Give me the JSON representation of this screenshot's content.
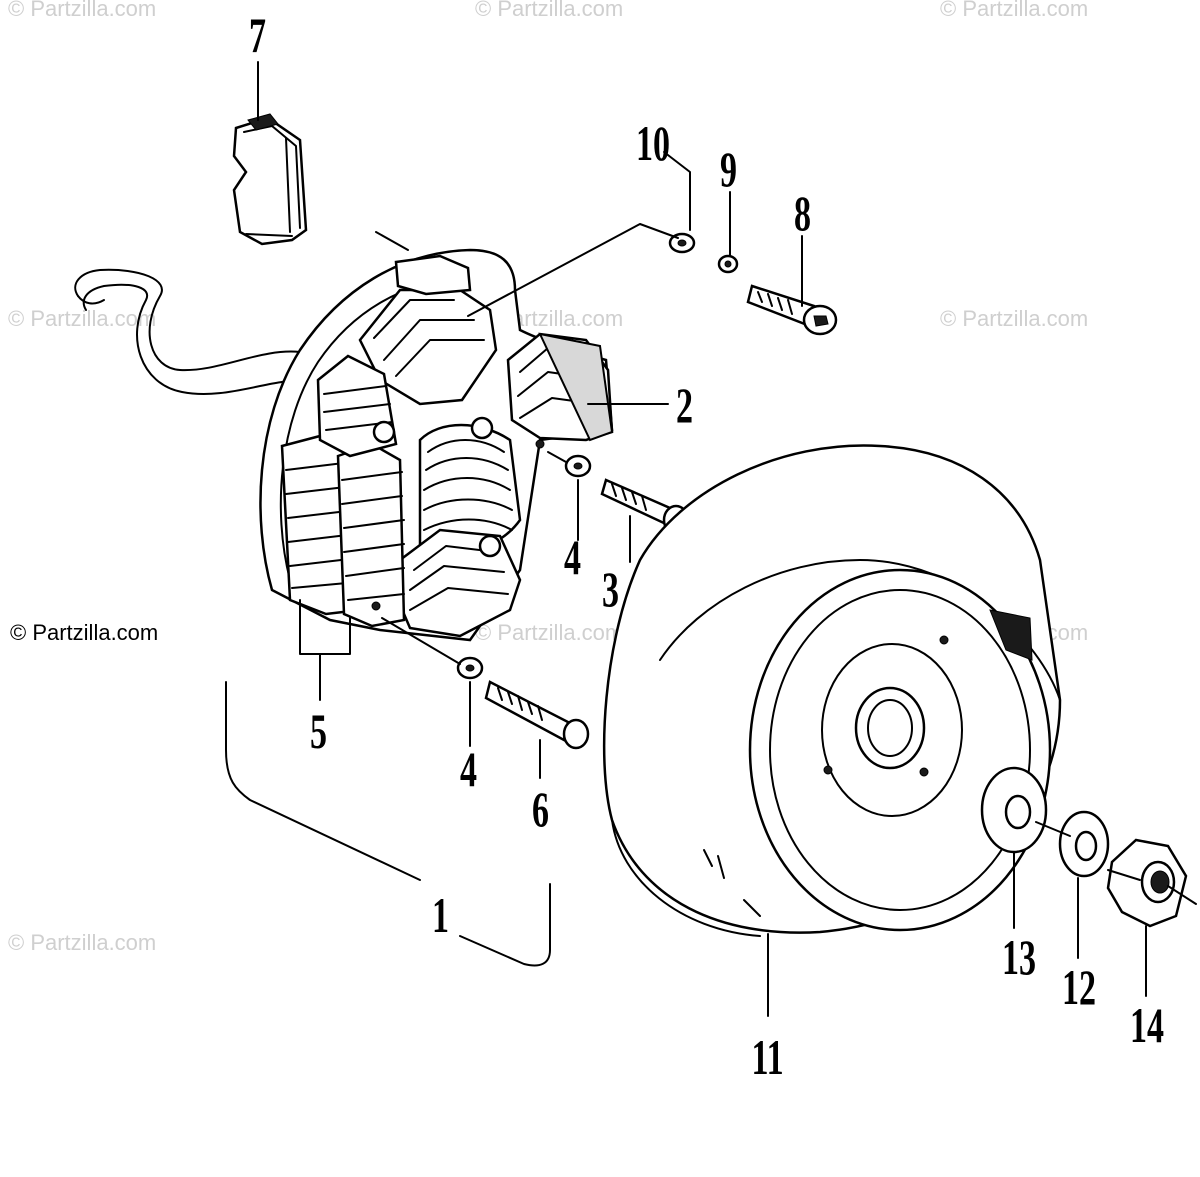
{
  "copyright": "© Partzilla.com",
  "watermarks": [
    "© Partzilla.com",
    "© Partzilla.com",
    "© Partzilla.com",
    "© Partzilla.com",
    "© Partzilla.com",
    "© Partzilla.com",
    "© Partzilla.com",
    "© Partzilla.com",
    "© Partzilla.com"
  ],
  "callouts": {
    "c1": "1",
    "c2": "2",
    "c3": "3",
    "c4a": "4",
    "c4b": "4",
    "c5": "5",
    "c6": "6",
    "c7": "7",
    "c8": "8",
    "c9": "9",
    "c10": "10",
    "c11": "11",
    "c12": "12",
    "c13": "13",
    "c14": "14"
  },
  "parts": [
    {
      "ref": "1",
      "icon": "magneto-assembly-icon"
    },
    {
      "ref": "2",
      "icon": "coil-icon"
    },
    {
      "ref": "3",
      "icon": "screw-icon"
    },
    {
      "ref": "4",
      "icon": "washer-icon"
    },
    {
      "ref": "5",
      "icon": "coil-pair-icon"
    },
    {
      "ref": "6",
      "icon": "screw-icon"
    },
    {
      "ref": "7",
      "icon": "grommet-icon"
    },
    {
      "ref": "8",
      "icon": "cap-screw-icon"
    },
    {
      "ref": "9",
      "icon": "lock-washer-icon"
    },
    {
      "ref": "10",
      "icon": "washer-icon"
    },
    {
      "ref": "11",
      "icon": "flywheel-icon"
    },
    {
      "ref": "12",
      "icon": "lock-washer-icon"
    },
    {
      "ref": "13",
      "icon": "washer-icon"
    },
    {
      "ref": "14",
      "icon": "nut-icon"
    }
  ]
}
